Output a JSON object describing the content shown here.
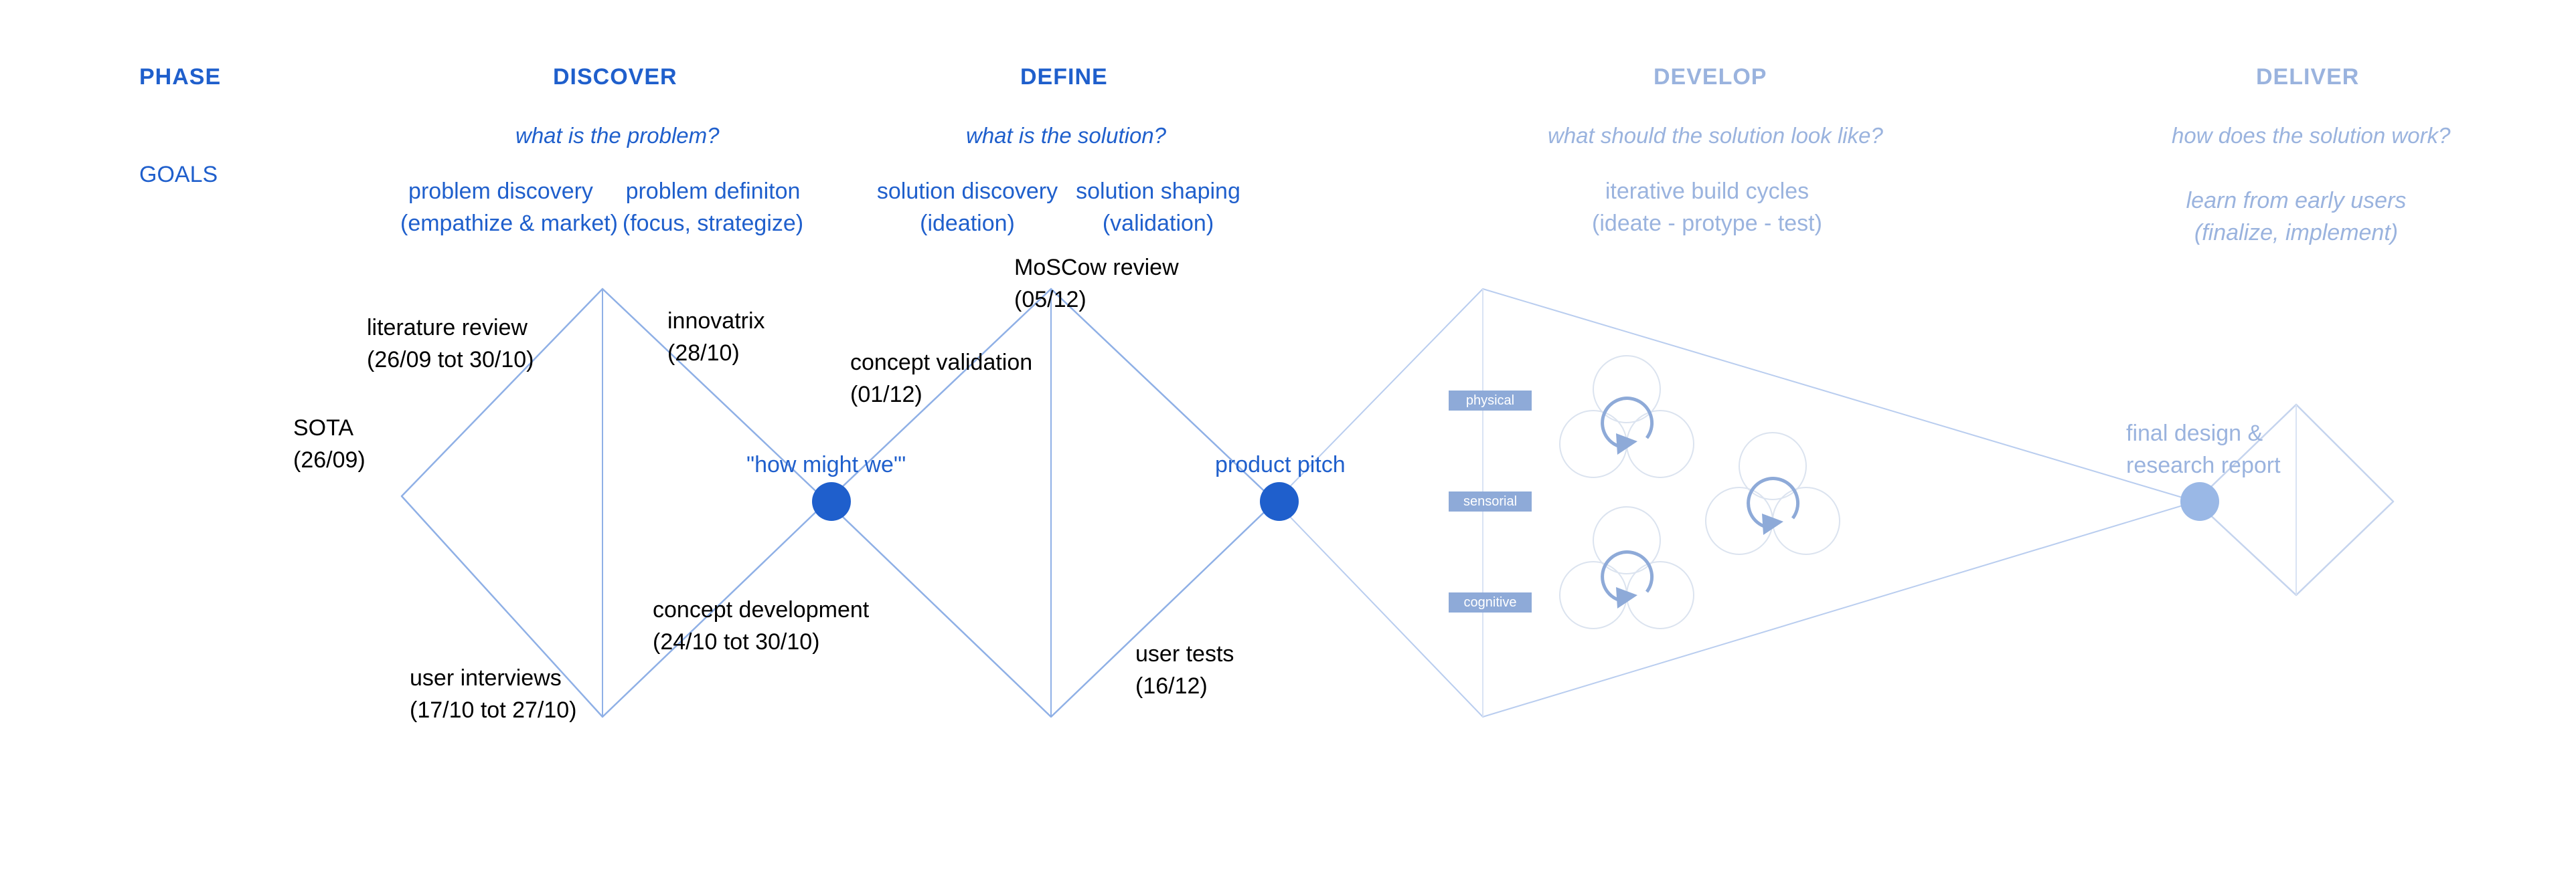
{
  "header": {
    "phase_label": "PHASE",
    "goals_label": "GOALS"
  },
  "phases": [
    {
      "name": "DISCOVER",
      "question": "what is the problem?"
    },
    {
      "name": "DEFINE",
      "question": "what is the solution?"
    },
    {
      "name": "DEVELOP",
      "question": "what should the solution look like?"
    },
    {
      "name": "DELIVER",
      "question": "how does the solution work?"
    }
  ],
  "goals": {
    "problem_discovery": {
      "line1": "problem discovery",
      "line2": "(empathize & market)"
    },
    "problem_definition": {
      "line1": "problem definiton",
      "line2": "(focus, strategize)"
    },
    "solution_discovery": {
      "line1": "solution discovery",
      "line2": "(ideation)"
    },
    "solution_shaping": {
      "line1": "solution shaping",
      "line2": "(validation)"
    },
    "iterative_build": {
      "line1": "iterative build cycles",
      "line2": "(ideate - protype - test)"
    },
    "learn_users": {
      "line1": "learn from early users",
      "line2": "(finalize, implement)"
    }
  },
  "events": {
    "sota": {
      "line1": "SOTA",
      "line2": "(26/09)"
    },
    "literature": {
      "line1": "literature review",
      "line2": "(26/09 tot 30/10)"
    },
    "innovatrix": {
      "line1": "innovatrix",
      "line2": "(28/10)"
    },
    "interviews": {
      "line1": "user interviews",
      "line2": "(17/10 tot 27/10)"
    },
    "concept_dev": {
      "line1": "concept development",
      "line2": "(24/10 tot 30/10)"
    },
    "concept_val": {
      "line1": "concept validation",
      "line2": "(01/12)"
    },
    "moscow": {
      "line1": "MoSCow review",
      "line2": "(05/12)"
    },
    "user_tests": {
      "line1": "user tests",
      "line2": "(16/12)"
    }
  },
  "milestones": {
    "hmw": "\"how might we\"'",
    "pitch": "product pitch",
    "final_line1": "final design &",
    "final_line2": "research report"
  },
  "tags": {
    "physical": "physical",
    "sensorial": "sensorial",
    "cognitive": "cognitive"
  },
  "colors": {
    "primary": "#1f5fcc",
    "line": "#8fb0e6",
    "faded": "#9ab3de",
    "faded_line": "#c5d4ee",
    "tag_bg": "#8eaad8",
    "dot_faded": "#9ab8e6"
  }
}
